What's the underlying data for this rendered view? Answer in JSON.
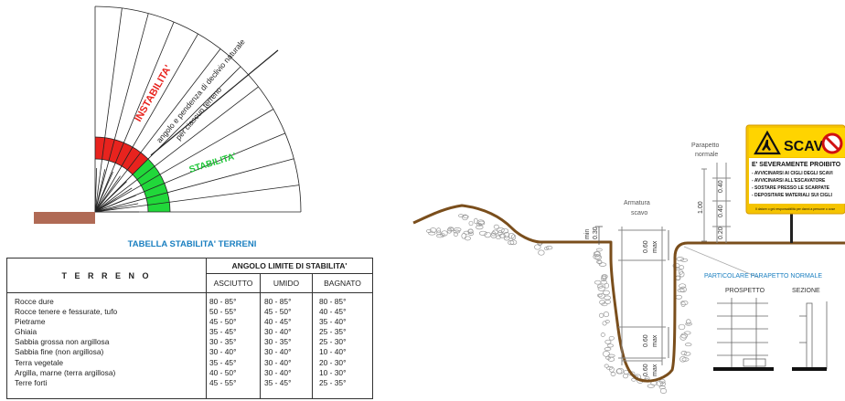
{
  "diagram": {
    "labels": {
      "instabilita": "INSTABILITA'",
      "stabilita": "STABILITA'",
      "declivio_line1": "angolo e pendenza di declivio naturale",
      "declivio_line2": "per ciascun terreno"
    },
    "colors": {
      "instability_red": "#e8231e",
      "stability_green": "#21d83a",
      "ground_brown": "#b06a55",
      "soil_brown": "#7a4e1c",
      "title_blue": "#1a7fc0",
      "sign_yellow": "#f5c400"
    }
  },
  "table": {
    "title": "TABELLA STABILITA' TERRENI",
    "header_terreno": "T E R R E N O",
    "header_angolo": "ANGOLO LIMITE DI STABILITA'",
    "subheaders": [
      "ASCIUTTO",
      "UMIDO",
      "BAGNATO"
    ],
    "rows": [
      {
        "terreno": "Rocce dure",
        "asciutto": "80 - 85°",
        "umido": "80 - 85°",
        "bagnato": "80 - 85°"
      },
      {
        "terreno": "Rocce tenere e fessurate, tufo",
        "asciutto": "50 - 55°",
        "umido": "45 - 50°",
        "bagnato": "40 - 45°"
      },
      {
        "terreno": "Pietrame",
        "asciutto": "45 - 50°",
        "umido": "40 - 45°",
        "bagnato": "35 - 40°"
      },
      {
        "terreno": "Ghiaia",
        "asciutto": "35 - 45°",
        "umido": "30 - 40°",
        "bagnato": "25 - 35°"
      },
      {
        "terreno": "Sabbia grossa non argillosa",
        "asciutto": "30 - 35°",
        "umido": "30 - 35°",
        "bagnato": "25 - 30°"
      },
      {
        "terreno": "Sabbia fine (non argillosa)",
        "asciutto": "30 - 40°",
        "umido": "30 - 40°",
        "bagnato": "10 - 40°"
      },
      {
        "terreno": "Terra vegetale",
        "asciutto": "35 - 45°",
        "umido": "30 - 40°",
        "bagnato": "20 - 30°"
      },
      {
        "terreno": "Argilla, marne (terra argillosa)",
        "asciutto": "40 - 50°",
        "umido": "30 - 40°",
        "bagnato": "10 - 30°"
      },
      {
        "terreno": "Terre forti",
        "asciutto": "45 - 55°",
        "umido": "35 - 45°",
        "bagnato": "25 - 35°"
      }
    ]
  },
  "trench": {
    "parapetto": "Parapetto",
    "normale": "normale",
    "armatura": "Armatura",
    "scavo": "scavo",
    "min": "min",
    "dim_030": "0.30",
    "dim_060": "0.60",
    "max": "max",
    "dim_100": "1.00",
    "dim_040": "0.40",
    "dim_020": "0.20",
    "particolare": "PARTICOLARE PARAPETTO NORMALE",
    "prospetto": "PROSPETTO",
    "sezione": "SEZIONE"
  },
  "sign": {
    "title": "SCAVI",
    "subtitle": "E' SEVERAMENTE PROIBITO",
    "items": [
      "- AVVICINARSI AI CIGLI DEGLI SCAVI",
      "- AVVICINARSI ALL'ESCAVATORE",
      "- SOSTARE PRESSO LE SCARPATE",
      "- DEPOSITARE MATERIALI SUI CIGLI"
    ],
    "footer": "Il datore o gni responsabilità per danni a persone o cose"
  }
}
